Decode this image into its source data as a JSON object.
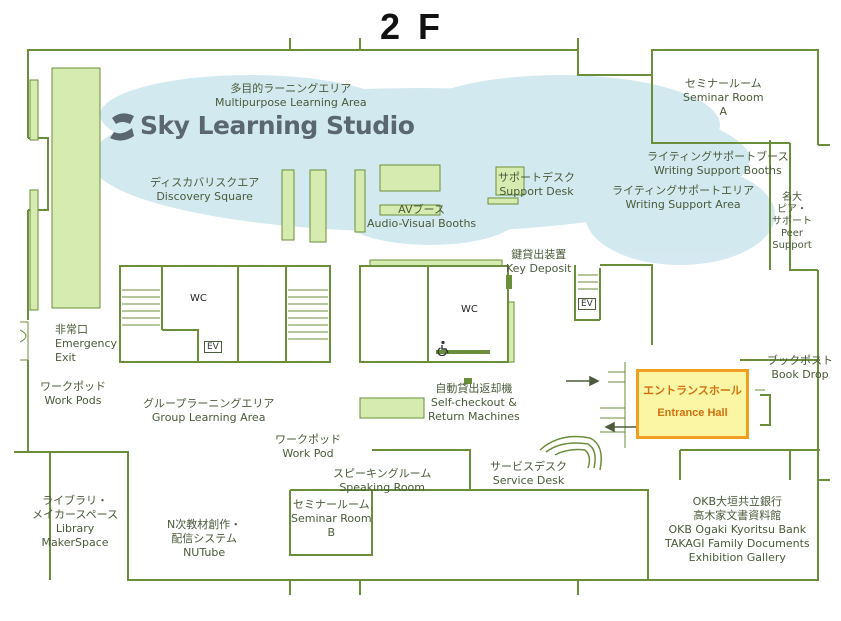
{
  "floor": "2 F",
  "brand": "Sky Learning Studio",
  "colors": {
    "wall": "#6b8e3a",
    "fill": "#d6ebb0",
    "cloud": "#cfe7ef",
    "hall_fill": "#fbf6a4",
    "hall_border": "#f0a020"
  },
  "labels": {
    "multipurpose": {
      "ja": "多目的ラーニングエリア",
      "en": "Multipurpose Learning Area"
    },
    "discovery": {
      "ja": "ディスカバリスクエア",
      "en": "Discovery Square"
    },
    "av": {
      "ja": "AVブース",
      "en": "Audio-Visual Booths"
    },
    "support_desk": {
      "ja": "サポートデスク",
      "en": "Support Desk"
    },
    "seminar_a": {
      "ja": "セミナールーム",
      "en1": "Seminar Room",
      "en2": "A"
    },
    "writing_booths": {
      "ja": "ライティングサポートブース",
      "en": "Writing Support Booths"
    },
    "writing_area": {
      "ja": "ライティングサポートエリア",
      "en": "Writing Support Area"
    },
    "peer": {
      "ja1": "名大",
      "ja2": "ピア・",
      "ja3": "サポート",
      "en1": "Peer",
      "en2": "Support"
    },
    "key_deposit": {
      "ja": "鍵貸出装置",
      "en": "Key Deposit"
    },
    "emergency": {
      "ja": "非常口",
      "en1": "Emergency",
      "en2": "Exit"
    },
    "work_pods_left": {
      "ja": "ワークポッド",
      "en": "Work Pods"
    },
    "group": {
      "ja": "グループラーニングエリア",
      "en": "Group Learning Area"
    },
    "self_checkout": {
      "ja": "自動貸出返却機",
      "en1": "Self-checkout &",
      "en2": "Return Machines"
    },
    "book_drop": {
      "ja": "ブックポスト",
      "en": "Book Drop"
    },
    "entrance": {
      "ja": "エントランスホール",
      "en": "Entrance Hall"
    },
    "work_pod": {
      "ja": "ワークポッド",
      "en": "Work Pod"
    },
    "speaking": {
      "ja": "スピーキングルーム",
      "en": "Speaking Room"
    },
    "service": {
      "ja": "サービスデスク",
      "en": "Service Desk"
    },
    "library": {
      "ja1": "ライブラリ・",
      "ja2": "メイカースペース",
      "en1": "Library",
      "en2": "MakerSpace"
    },
    "nutube": {
      "ja1": "N次教材創作・",
      "ja2": "配信システム",
      "en": "NUTube"
    },
    "seminar_b": {
      "ja": "セミナールーム",
      "en1": "Seminar Room",
      "en2": "B"
    },
    "okb": {
      "ja1": "OKB大垣共立銀行",
      "ja2": "高木家文書資料館",
      "en1": "OKB Ogaki Kyoritsu Bank",
      "en2": "TAKAGI Family Documents",
      "en3": "Exhibition Gallery"
    },
    "wc": "WC",
    "ev": "EV"
  }
}
